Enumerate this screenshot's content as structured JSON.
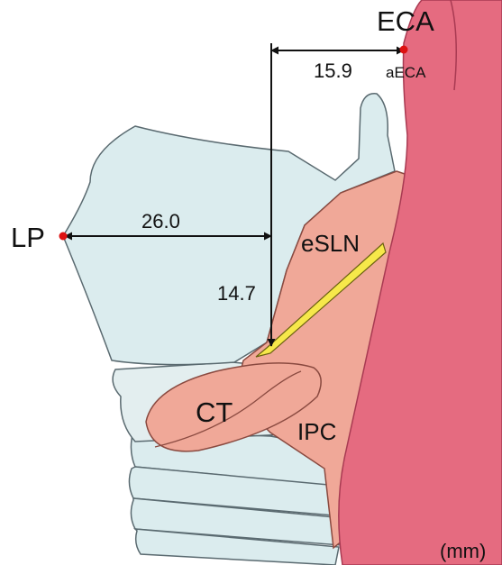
{
  "labels": {
    "eca": "ECA",
    "aeca": "aECA",
    "lp": "LP",
    "esln": "eSLN",
    "ct": "CT",
    "ipc": "IPC",
    "unit": "(mm)"
  },
  "measurements": {
    "lp_to_line": "26.0",
    "line_to_eca": "15.9",
    "vertical": "14.7"
  },
  "colors": {
    "artery": "#e56b80",
    "artery_edge": "#a83a52",
    "cartilage": "#dbecee",
    "cartilage_edge": "#5a6a70",
    "muscle": "#f0a898",
    "muscle_edge": "#8a4a40",
    "nerve": "#f6e84a",
    "point": "#dd1111"
  }
}
